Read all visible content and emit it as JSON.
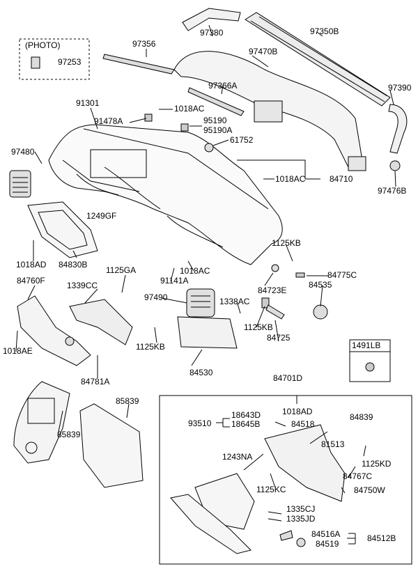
{
  "diagram": {
    "photo_header": "(PHOTO)",
    "callouts": [
      {
        "id": "97380",
        "text": "97380"
      },
      {
        "id": "97350B",
        "text": "97350B"
      },
      {
        "id": "97356",
        "text": "97356"
      },
      {
        "id": "97253",
        "text": "97253"
      },
      {
        "id": "97470B",
        "text": "97470B"
      },
      {
        "id": "97366A",
        "text": "97366A"
      },
      {
        "id": "97390",
        "text": "97390"
      },
      {
        "id": "91301",
        "text": "91301"
      },
      {
        "id": "91478A",
        "text": "91478A"
      },
      {
        "id": "1018AC_a",
        "text": "1018AC"
      },
      {
        "id": "95190",
        "text": "95190"
      },
      {
        "id": "95190A",
        "text": "95190A"
      },
      {
        "id": "61752",
        "text": "61752"
      },
      {
        "id": "97480",
        "text": "97480"
      },
      {
        "id": "1018AC_b",
        "text": "1018AC"
      },
      {
        "id": "84710",
        "text": "84710"
      },
      {
        "id": "97476B",
        "text": "97476B"
      },
      {
        "id": "1249GF",
        "text": "1249GF"
      },
      {
        "id": "1018AD",
        "text": "1018AD"
      },
      {
        "id": "84830B",
        "text": "84830B"
      },
      {
        "id": "1125KB_a",
        "text": "1125KB"
      },
      {
        "id": "1125GA",
        "text": "1125GA"
      },
      {
        "id": "1018AC_c",
        "text": "1018AC"
      },
      {
        "id": "84760F",
        "text": "84760F"
      },
      {
        "id": "84775C",
        "text": "84775C"
      },
      {
        "id": "1339CC",
        "text": "1339CC"
      },
      {
        "id": "91141A",
        "text": "91141A"
      },
      {
        "id": "84723E",
        "text": "84723E"
      },
      {
        "id": "84535",
        "text": "84535"
      },
      {
        "id": "97490",
        "text": "97490"
      },
      {
        "id": "1338AC",
        "text": "1338AC"
      },
      {
        "id": "1125KB_b",
        "text": "1125KB"
      },
      {
        "id": "84725",
        "text": "84725"
      },
      {
        "id": "1018AE",
        "text": "1018AE"
      },
      {
        "id": "1125KB_c",
        "text": "1125KB"
      },
      {
        "id": "1491LB",
        "text": "1491LB"
      },
      {
        "id": "84530",
        "text": "84530"
      },
      {
        "id": "84781A",
        "text": "84781A"
      },
      {
        "id": "84701D",
        "text": "84701D"
      },
      {
        "id": "85839_a",
        "text": "85839"
      },
      {
        "id": "85839_b",
        "text": "85839"
      },
      {
        "id": "18643D",
        "text": "18643D"
      },
      {
        "id": "1018AD_b",
        "text": "1018AD"
      },
      {
        "id": "84839",
        "text": "84839"
      },
      {
        "id": "93510",
        "text": "93510"
      },
      {
        "id": "18645B",
        "text": "18645B"
      },
      {
        "id": "84518",
        "text": "84518"
      },
      {
        "id": "81513",
        "text": "81513"
      },
      {
        "id": "1243NA",
        "text": "1243NA"
      },
      {
        "id": "1125KD",
        "text": "1125KD"
      },
      {
        "id": "84767C",
        "text": "84767C"
      },
      {
        "id": "1125KC",
        "text": "1125KC"
      },
      {
        "id": "84750W",
        "text": "84750W"
      },
      {
        "id": "1335CJ",
        "text": "1335CJ"
      },
      {
        "id": "1335JD",
        "text": "1335JD"
      },
      {
        "id": "84516A",
        "text": "84516A"
      },
      {
        "id": "84512B",
        "text": "84512B"
      },
      {
        "id": "84519",
        "text": "84519"
      }
    ]
  }
}
